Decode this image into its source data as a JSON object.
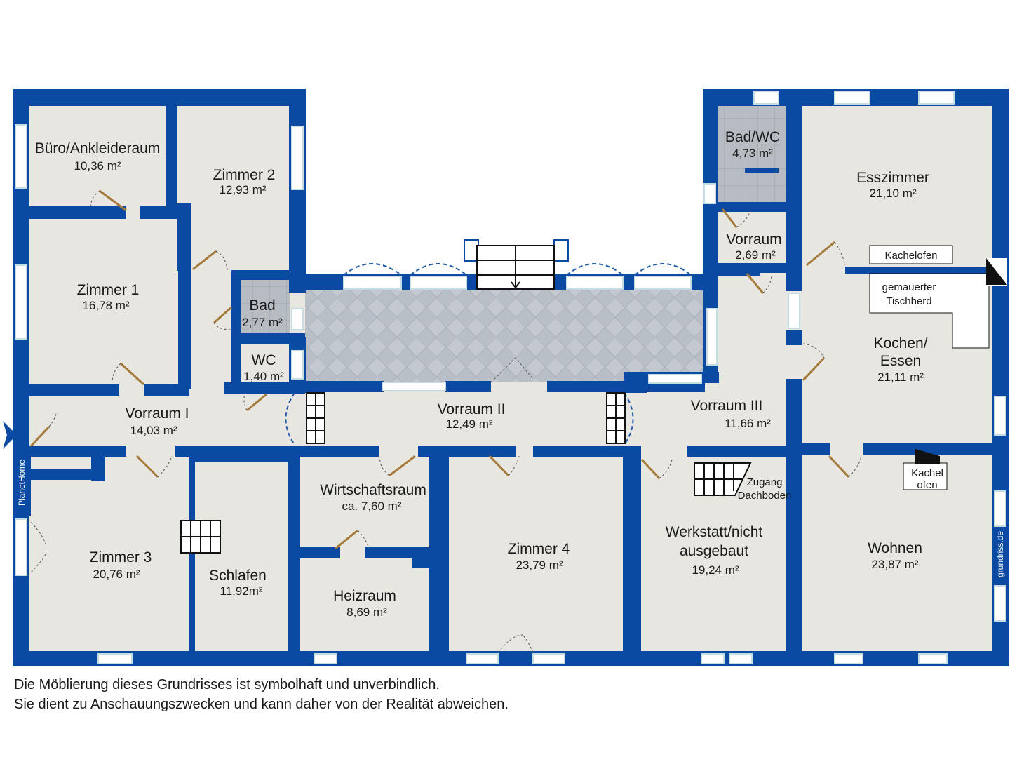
{
  "colors": {
    "wall": "#0B4AA2",
    "floor": "#E7E6E0",
    "tile": "#B8BEC6",
    "door": "#A57A3A",
    "window_frame": "#C7DCE2",
    "swing": "#1F5AA8"
  },
  "rooms": {
    "buero": {
      "name": "Büro/Ankleideraum",
      "area": "10,36 m²"
    },
    "zimmer2": {
      "name": "Zimmer 2",
      "area": "12,93 m²"
    },
    "zimmer1": {
      "name": "Zimmer 1",
      "area": "16,78 m²"
    },
    "bad": {
      "name": "Bad",
      "area": "2,77 m²"
    },
    "wc": {
      "name": "WC",
      "area": "1,40 m²"
    },
    "vorraum1": {
      "name": "Vorraum I",
      "area": "14,03 m²"
    },
    "vorraum2": {
      "name": "Vorraum II",
      "area": "12,49 m²"
    },
    "vorraum3": {
      "name": "Vorraum III",
      "area": "11,66 m²"
    },
    "badwc": {
      "name": "Bad/WC",
      "area": "4,73 m²"
    },
    "vorraum": {
      "name": "Vorraum",
      "area": "2,69 m²"
    },
    "esszimmer": {
      "name": "Esszimmer",
      "area": "21,10 m²"
    },
    "kochen": {
      "name_line1": "Kochen/",
      "name_line2": "Essen",
      "area": "21,11 m²"
    },
    "zimmer3": {
      "name": "Zimmer 3",
      "area": "20,76 m²"
    },
    "schlafen": {
      "name": "Schlafen",
      "area": "11,92m²"
    },
    "wirtschaft": {
      "name": "Wirtschaftsraum",
      "area": "ca. 7,60 m²"
    },
    "heizraum": {
      "name": "Heizraum",
      "area": "8,69 m²"
    },
    "zimmer4": {
      "name": "Zimmer 4",
      "area": "23,79 m²"
    },
    "werkstatt": {
      "name_line1": "Werkstatt/nicht",
      "name_line2": "ausgebaut",
      "area": "19,24 m²"
    },
    "wohnen": {
      "name": "Wohnen",
      "area": "23,87 m²"
    }
  },
  "fixtures": {
    "kachelofen_top": "Kachelofen",
    "tischherd_line1": "gemauerter",
    "tischherd_line2": "Tischherd",
    "kachelofen_bottom_line1": "Kachel",
    "kachelofen_bottom_line2": "ofen",
    "zugang_line1": "Zugang",
    "zugang_line2": "Dachboden"
  },
  "side_labels": {
    "left": "PlanetHome",
    "right": "grundriss.de"
  },
  "disclaimer": {
    "line1": "Die Möblierung dieses Grundrisses ist symbolhaft und unverbindlich.",
    "line2": "Sie dient zu Anschauungszwecken und kann daher von der Realität abweichen."
  }
}
